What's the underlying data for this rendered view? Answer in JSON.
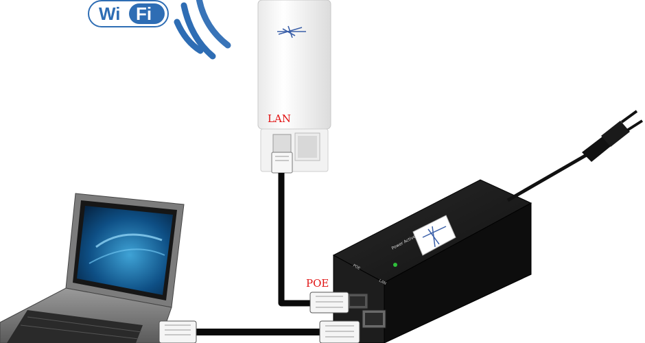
{
  "wifi_logo": {
    "text_wi": "Wi",
    "text_fi": "Fi",
    "color": "#2e6db4"
  },
  "labels": {
    "lan": "LAN",
    "poe": "POE"
  },
  "poe_injector": {
    "status_text": "Power Active",
    "port_poe": "POE",
    "port_lan": "LAN"
  },
  "colors": {
    "cable": "#0a0a0a",
    "label": "#e01010",
    "wave": "#2e6db4",
    "injector": "#151515"
  },
  "icons": [
    "wifi-logo",
    "wifi-waves-icon",
    "access-point",
    "laptop",
    "poe-injector",
    "power-plug-icon",
    "rj45-connector-icon"
  ]
}
